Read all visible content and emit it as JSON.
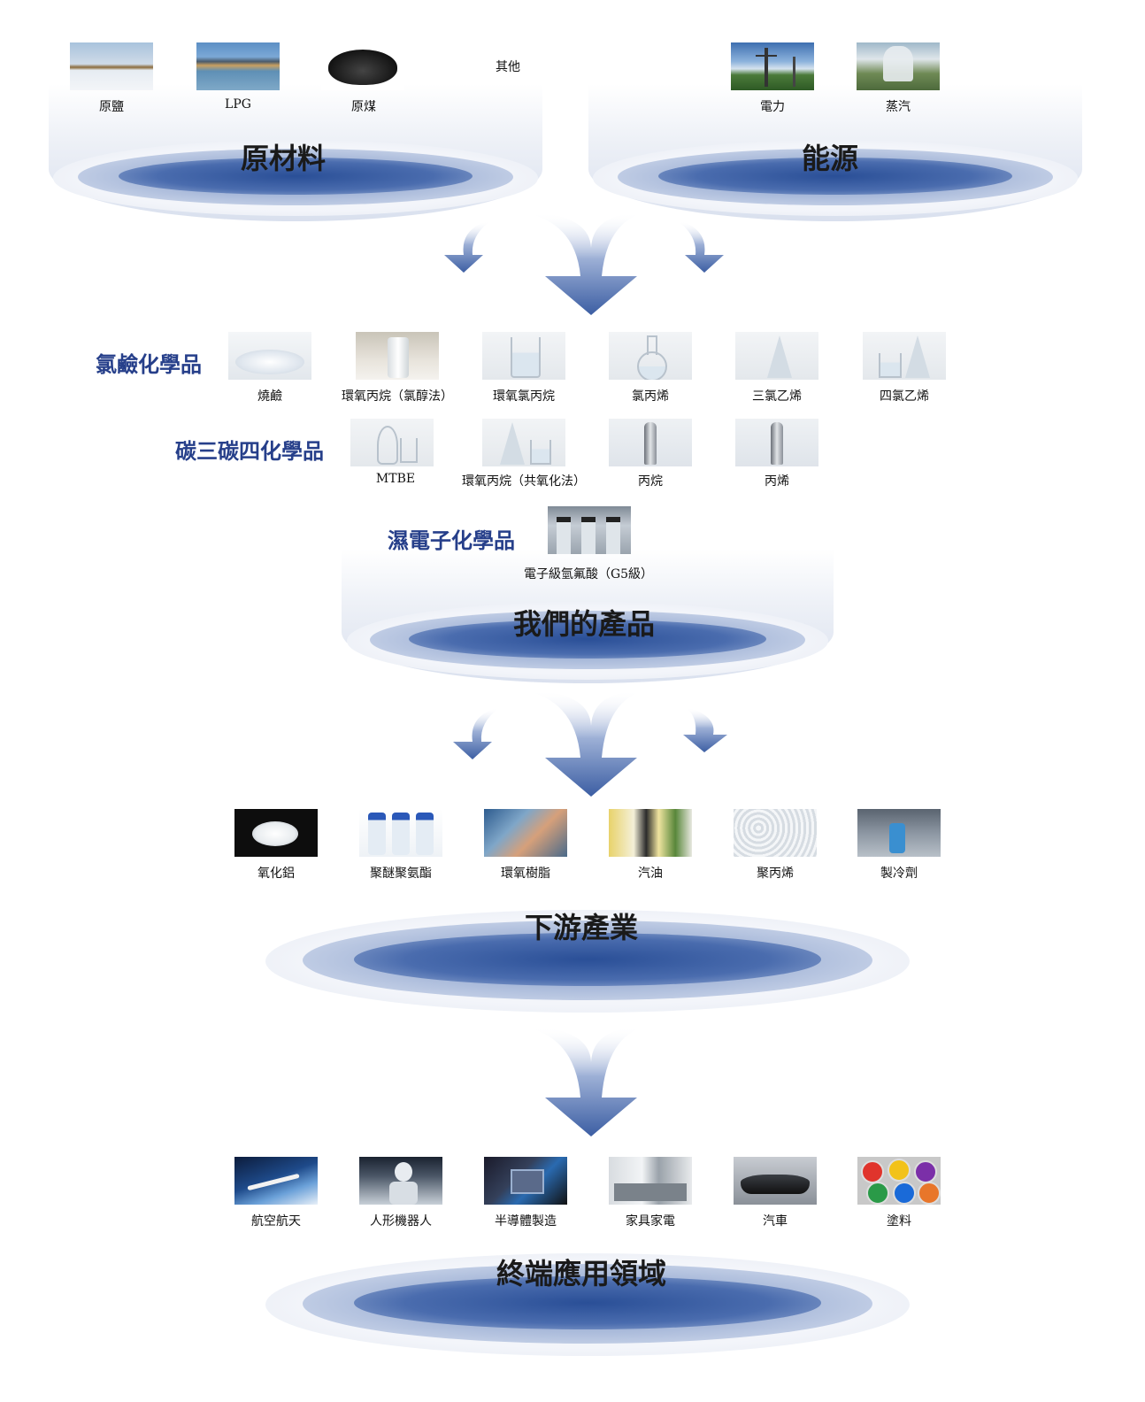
{
  "raw_materials": {
    "title": "原材料",
    "items": [
      {
        "label": "原鹽",
        "icon": "salt-field-photo"
      },
      {
        "label": "LPG",
        "icon": "lpg-terminal-photo"
      },
      {
        "label": "原煤",
        "icon": "coal-pile-photo"
      },
      {
        "label": "其他",
        "icon": ""
      }
    ]
  },
  "energy": {
    "title": "能源",
    "items": [
      {
        "label": "電力",
        "icon": "power-tower-photo"
      },
      {
        "label": "蒸汽",
        "icon": "cooling-tower-photo"
      }
    ]
  },
  "products": {
    "title": "我們的產品",
    "chlor_alkali": {
      "title": "氯鹼化學品",
      "items": [
        {
          "label": "燒鹼",
          "icon": "caustic-flakes-photo"
        },
        {
          "label": "環氧丙烷（氯醇法）",
          "icon": "reagent-bottle-photo"
        },
        {
          "label": "環氧氯丙烷",
          "icon": "beaker-photo"
        },
        {
          "label": "氯丙烯",
          "icon": "round-flask-photo"
        },
        {
          "label": "三氯乙烯",
          "icon": "conical-flask-photo"
        },
        {
          "label": "四氯乙烯",
          "icon": "flask-beaker-photo"
        }
      ]
    },
    "c3c4": {
      "title": "碳三碳四化學品",
      "items": [
        {
          "label": "MTBE",
          "icon": "glassware-photo"
        },
        {
          "label": "環氧丙烷（共氧化法）",
          "icon": "flask-beaker-photo"
        },
        {
          "label": "丙烷",
          "icon": "gas-cylinder-photo"
        },
        {
          "label": "丙烯",
          "icon": "gas-cylinder-photo"
        }
      ]
    },
    "wet_electronic": {
      "title": "濕電子化學品",
      "items": [
        {
          "label": "電子級氫氟酸（G5級）",
          "icon": "acid-bottles-photo"
        }
      ]
    }
  },
  "downstream": {
    "title": "下游產業",
    "items": [
      {
        "label": "氧化鋁",
        "icon": "alumina-powder-photo"
      },
      {
        "label": "聚醚聚氨酯",
        "icon": "lab-bottles-photo"
      },
      {
        "label": "環氧樹脂",
        "icon": "resin-work-photo"
      },
      {
        "label": "汽油",
        "icon": "fuel-nozzles-photo"
      },
      {
        "label": "聚丙烯",
        "icon": "pp-pellets-photo"
      },
      {
        "label": "製冷劑",
        "icon": "ac-units-photo"
      }
    ]
  },
  "end_use": {
    "title": "終端應用領域",
    "items": [
      {
        "label": "航空航天",
        "icon": "rocket-photo"
      },
      {
        "label": "人形機器人",
        "icon": "robot-photo"
      },
      {
        "label": "半導體製造",
        "icon": "chip-photo"
      },
      {
        "label": "家具家電",
        "icon": "kitchen-photo"
      },
      {
        "label": "汽車",
        "icon": "car-photo"
      },
      {
        "label": "塗料",
        "icon": "paint-cans-photo"
      }
    ]
  },
  "colors": {
    "accent": "#263f8a",
    "disc_core": "#2a4f97",
    "arrow": "#3c5ea3"
  }
}
